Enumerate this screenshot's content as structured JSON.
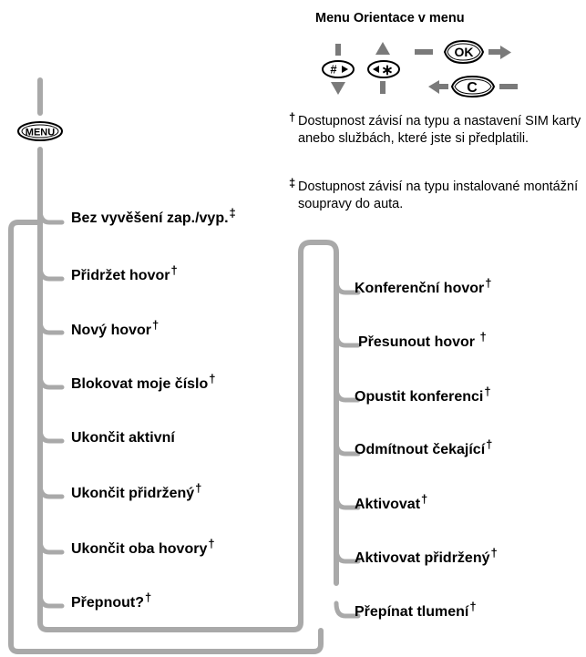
{
  "legend": {
    "title": "Menu Orientace v menu",
    "key_hash": "#",
    "key_star": "∗",
    "key_ok": "OK",
    "key_c": "C"
  },
  "menu_key_label": "MENU",
  "notes": [
    {
      "mark": "†",
      "text": "Dostupnost závisí na typu a nastavení SIM karty anebo službách, které jste si předplatili."
    },
    {
      "mark": "‡",
      "text": "Dostupnost závisí na typu instalované montážní soupravy do auta."
    }
  ],
  "left_menu": [
    {
      "label": "Bez vyvěšení zap./vyp.",
      "mark": "‡"
    },
    {
      "label": "Přidržet hovor",
      "mark": "†"
    },
    {
      "label": "Nový hovor",
      "mark": "†"
    },
    {
      "label": "Blokovat moje číslo",
      "mark": "†"
    },
    {
      "label": "Ukončit aktivní",
      "mark": ""
    },
    {
      "label": "Ukončit přidržený",
      "mark": "†"
    },
    {
      "label": "Ukončit oba hovory",
      "mark": "†"
    },
    {
      "label": "Přepnout?",
      "mark": "†"
    }
  ],
  "right_menu": [
    {
      "label": "Konferenční hovor",
      "mark": "†"
    },
    {
      "label": "Přesunout hovor ",
      "mark": "†"
    },
    {
      "label": "Opustit konferenci",
      "mark": "†"
    },
    {
      "label": "Odmítnout čekající",
      "mark": "†"
    },
    {
      "label": "Aktivovat",
      "mark": "†"
    },
    {
      "label": "Aktivovat přidržený",
      "mark": "†"
    },
    {
      "label": "Přepínat tlumení",
      "mark": "†"
    }
  ],
  "colors": {
    "flow_line": "#a9a9a9",
    "key_line": "#7a7a7a",
    "text": "#000000"
  }
}
